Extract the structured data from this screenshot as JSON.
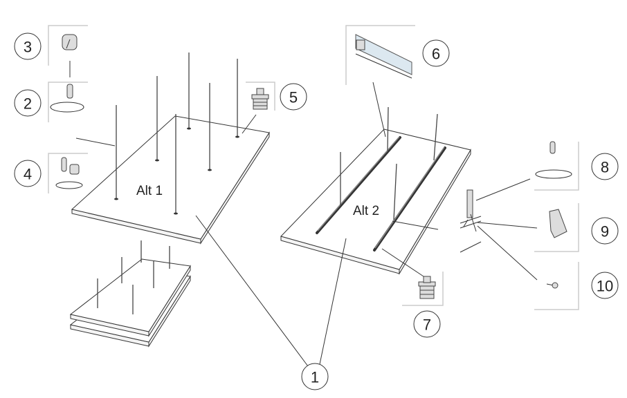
{
  "diagram": {
    "labels": {
      "alt1": "Alt 1",
      "alt2": "Alt 2"
    },
    "callouts": {
      "c1": "1",
      "c2": "2",
      "c3": "3",
      "c4": "4",
      "c5": "5",
      "c6": "6",
      "c7": "7",
      "c8": "8",
      "c9": "9",
      "c10": "10"
    }
  }
}
